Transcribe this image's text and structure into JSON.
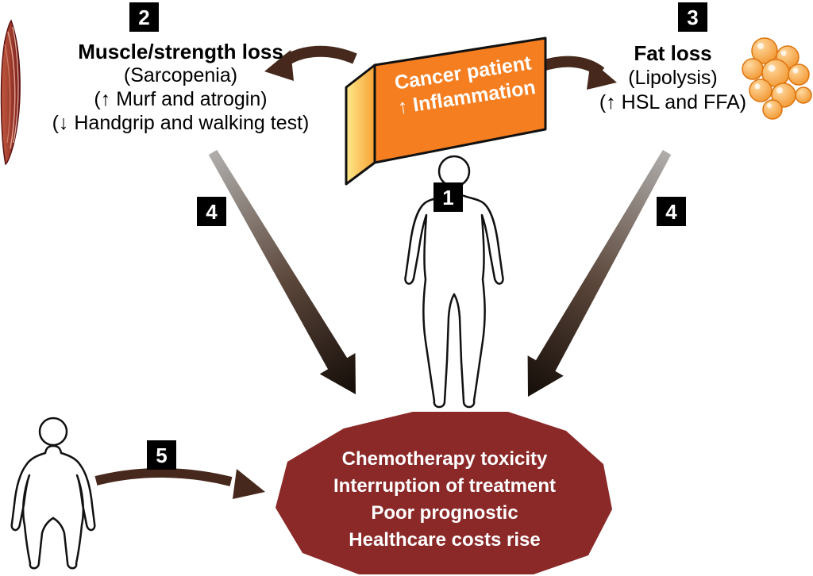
{
  "badges": {
    "one": "1",
    "two": "2",
    "three": "3",
    "four_left": "4",
    "four_right": "4",
    "five": "5"
  },
  "muscle_block": {
    "title": "Muscle/strength loss",
    "subtitle": "(Sarcopenia)",
    "line3": "(↑ Murf and atrogin)",
    "line4": "(↓ Handgrip and walking test)"
  },
  "fat_block": {
    "title": "Fat loss",
    "subtitle": "(Lipolysis)",
    "line3": "(↑ HSL and FFA)"
  },
  "center_box": {
    "line1": "Cancer patient",
    "line2": "↑ Inflammation"
  },
  "outcomes": {
    "line1": "Chemotherapy toxicity",
    "line2": "Interruption of treatment",
    "line3": "Poor prognostic",
    "line4": "Healthcare costs rise"
  },
  "colors": {
    "box_orange": "#f57e20",
    "box_side_yellow": "#ffe98a",
    "octagon_red": "#8b2828",
    "arrow_dark_brown": "#46291c",
    "impact_arrow_gradient_start": "#b0aeac",
    "impact_arrow_gradient_end": "#18100b",
    "badge_bg": "#000000",
    "badge_text": "#ffffff",
    "muscle_red": "#8f2a20",
    "fat_orange": "#f0921e",
    "outline_black": "#111111",
    "background": "#ffffff"
  },
  "icons": {
    "muscle": "muscle-icon",
    "fat_cells": "fat-cells-icon",
    "patient_outline": "patient-figure-icon",
    "overweight_outline": "overweight-figure-icon"
  }
}
